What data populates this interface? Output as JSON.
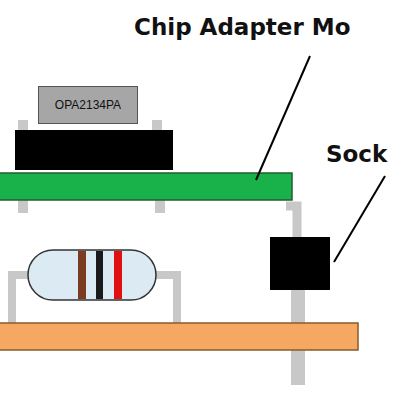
{
  "diagram": {
    "nodes": [
      {
        "text": [
          "OPA2134PA"
        ]
      }
    ],
    "labels": [
      "Chip Adapter Mo",
      "Sock"
    ]
  }
}
